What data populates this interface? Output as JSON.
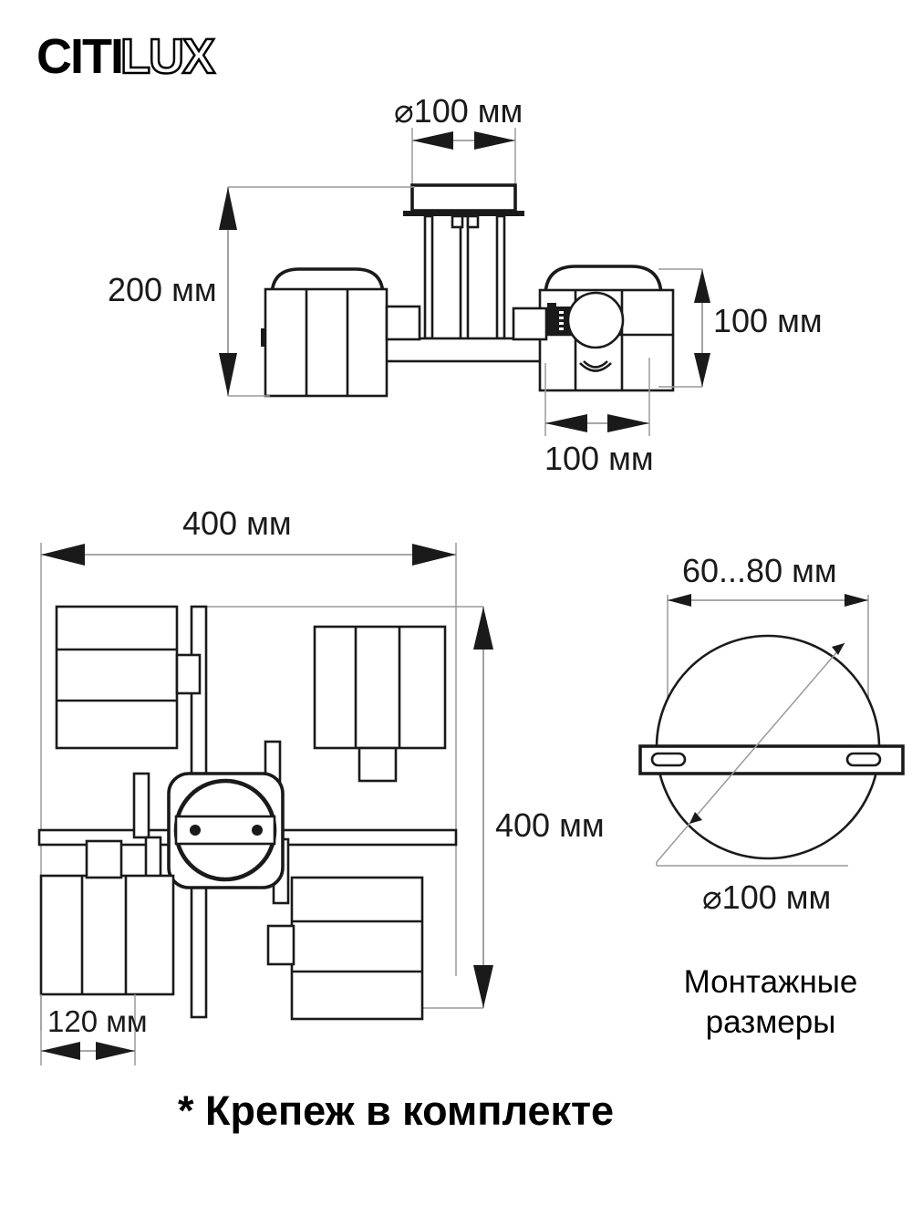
{
  "brand": {
    "name_part1": "CITI",
    "name_part2": "LUX",
    "full": "CITILUX"
  },
  "document": {
    "type": "technical-dimension-drawing",
    "product": "ceiling spot light fixture, 4 spots on cross arms",
    "units": "мм"
  },
  "views": {
    "elevation": {
      "name": "front-elevation",
      "dimensions": {
        "canopy_diameter": {
          "label_value": "100",
          "label_unit": "мм",
          "prefix": "⌀",
          "full": "⌀100 мм"
        },
        "total_height": {
          "label_value": "200",
          "label_unit": "мм",
          "full": "200 мм"
        },
        "spot_height": {
          "label_value": "100",
          "label_unit": "мм",
          "full": "100 мм"
        },
        "spot_width": {
          "label_value": "100",
          "label_unit": "мм",
          "full": "100 мм"
        }
      }
    },
    "plan": {
      "name": "top-plan-view",
      "dimensions": {
        "width": {
          "label_value": "400",
          "label_unit": "мм",
          "full": "400 мм"
        },
        "depth": {
          "label_value": "400",
          "label_unit": "мм",
          "full": "400 мм"
        },
        "spot_width": {
          "label_value": "120",
          "label_unit": "мм",
          "full": "120 мм"
        }
      }
    },
    "mounting": {
      "name": "mounting-dimensions-view",
      "caption": "Монтажные\nразмеры",
      "dimensions": {
        "bracket_span": {
          "label_value": "60...80",
          "label_unit": "мм",
          "full": "60...80 мм"
        },
        "canopy_diameter": {
          "label_value": "100",
          "label_unit": "мм",
          "prefix": "⌀",
          "full": "⌀100 мм"
        }
      }
    }
  },
  "footnote": {
    "text": "* Крепеж в комплекте"
  },
  "colors": {
    "ink": "#1a1a1a",
    "background": "#ffffff",
    "dimension_line": "#8a8a8a",
    "extension_line": "#9a9a9a"
  }
}
